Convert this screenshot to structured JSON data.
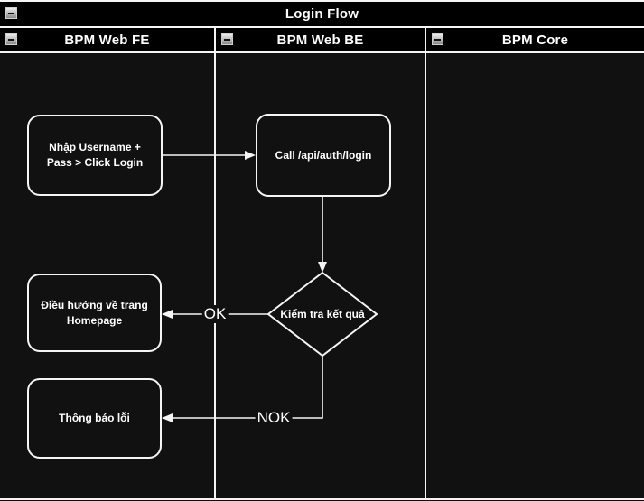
{
  "colors": {
    "canvas": "#111111",
    "header_bar": "#000000",
    "line": "#ffffff",
    "text": "#ffffff"
  },
  "pool": {
    "title": "Login Flow"
  },
  "lanes": [
    {
      "label": "BPM Web FE"
    },
    {
      "label": "BPM Web BE"
    },
    {
      "label": "BPM Core"
    }
  ],
  "nodes": {
    "enter_credentials": {
      "shape": "rounded-rectangle",
      "label": "Nhập Username +\nPass > Click Login"
    },
    "call_login_api": {
      "shape": "rounded-rectangle",
      "label": "Call /api/auth/login"
    },
    "check_result": {
      "shape": "diamond",
      "label": "Kiểm tra kết quả"
    },
    "redirect_homepage": {
      "shape": "rounded-rectangle",
      "label": "Điều hướng về trang\nHomepage"
    },
    "show_error": {
      "shape": "rounded-rectangle",
      "label": "Thông báo lỗi"
    }
  },
  "edge_labels": {
    "ok": "OK",
    "nok": "NOK"
  },
  "icons": {
    "collapse": "minus-icon"
  }
}
